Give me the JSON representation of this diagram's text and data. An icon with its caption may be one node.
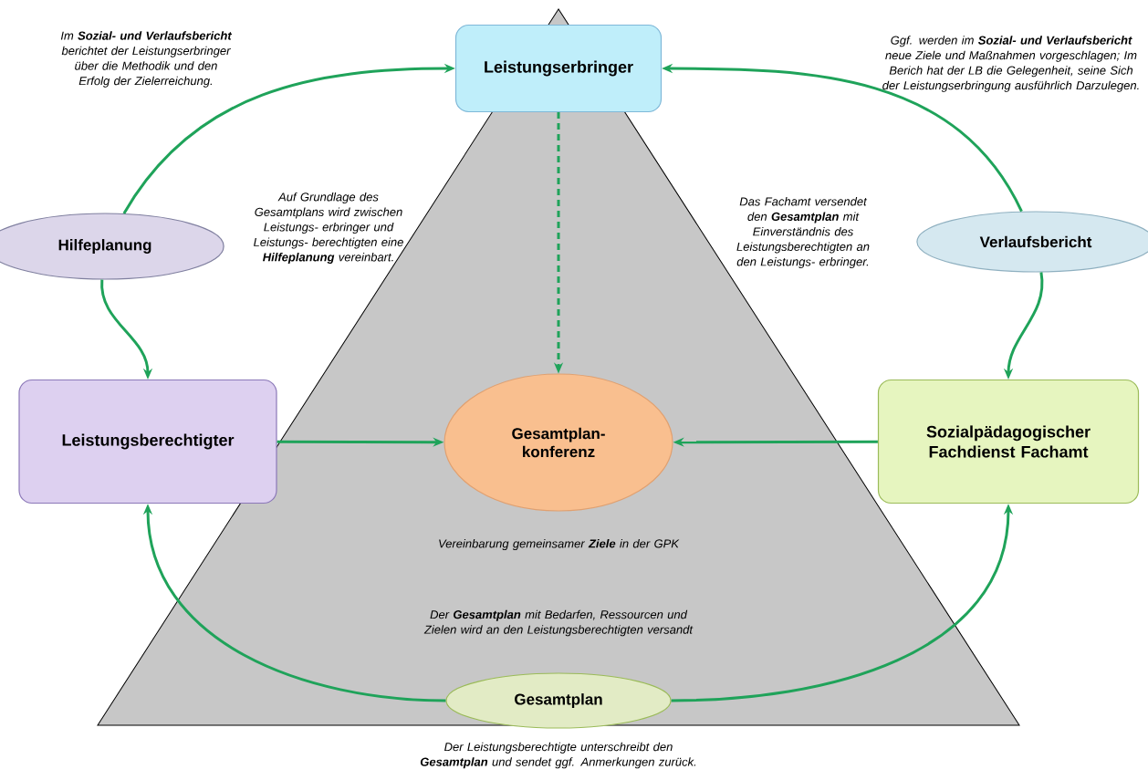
{
  "diagram": {
    "nodes": [
      {
        "text": [
          "Leistungserbringer"
        ]
      },
      {
        "text": [
          "Hilfeplanung"
        ]
      },
      {
        "text": [
          "Verlaufsbericht"
        ]
      },
      {
        "text": [
          "Leistungsberechtigter"
        ]
      },
      {
        "text": [
          "Gesamtplan-konferenz"
        ]
      },
      {
        "text": [
          "Sozialpädagogischer Fachdienst Fachamt"
        ]
      },
      {
        "text": [
          "Gesamtplan"
        ]
      }
    ],
    "edges": [
      {
        "from": 1,
        "to": 0,
        "arrow": "to"
      },
      {
        "from": 1,
        "to": 3,
        "arrow": "to"
      },
      {
        "from": 2,
        "to": 0,
        "arrow": "to"
      },
      {
        "from": 2,
        "to": 5,
        "arrow": "to"
      },
      {
        "from": 0,
        "to": 4,
        "arrow": "to",
        "style": "dashed"
      },
      {
        "from": 3,
        "to": 4,
        "arrow": "to"
      },
      {
        "from": 5,
        "to": 4,
        "arrow": "to"
      },
      {
        "from": 6,
        "to": 3,
        "arrow": "to"
      },
      {
        "from": 6,
        "to": 5,
        "arrow": "to"
      }
    ],
    "labels": [
      "Im **Sozial- und Verlaufsbericht** berichtet der Leistungserbringer über die Methodik und den Erfolg der Zielerreichung.",
      "Ggf. werden im **Sozial- und Verlaufsbericht** neue Ziele und Maßnahmen vorgeschlagen; Im Berich hat der LB die Gelegenheit, seine Sich der Leistungserbringung ausführlich Darzulegen.",
      "Auf Grundlage des Gesamtplans wird zwischen Leistungs- erbringer und Leistungs- berechtigten eine **Hilfeplanung** vereinbart.",
      "Das Fachamt versendet den **Gesamtplan** mit Einverständnis des Leistungsberechtigten an den Leistungs- erbringer.",
      "Vereinbarung gemeinsamer **Ziele** in der GPK",
      "Der **Gesamtplan** mit Bedarfen, Ressourcen und Zielen wird an den Leistungsberechtigten versandt",
      "Der Leistungsberechtigte unterschreibt den **Gesamtplan** und sendet ggf. Anmerkungen zurück."
    ]
  }
}
